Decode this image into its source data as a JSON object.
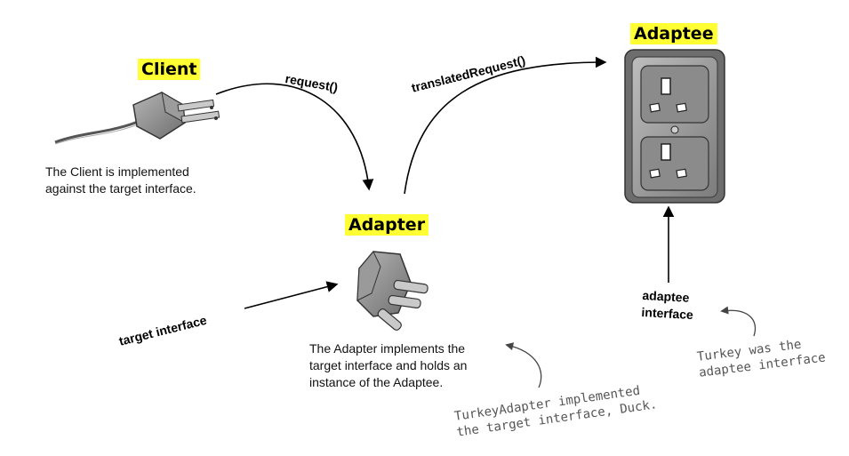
{
  "nodes": {
    "client": {
      "title": "Client",
      "description_line1": "The Client is implemented",
      "description_line2": "against the target interface."
    },
    "adapter": {
      "title": "Adapter",
      "description_line1": "The Adapter implements the",
      "description_line2": "target interface and holds an",
      "description_line3": "instance of the Adaptee."
    },
    "adaptee": {
      "title": "Adaptee"
    }
  },
  "edges": {
    "request": "request()",
    "translated_request": "translatedRequest()"
  },
  "labels": {
    "target_interface": "target interface",
    "adaptee_interface_line1": "adaptee",
    "adaptee_interface_line2": "interface"
  },
  "notes": {
    "turkey_adapter_line1": "TurkeyAdapter implemented",
    "turkey_adapter_line2": "the target interface, Duck.",
    "turkey_line1": "Turkey was the",
    "turkey_line2": "adaptee interface"
  },
  "colors": {
    "highlight": "#ffff33",
    "note_text": "#555555",
    "plug": "#8a8a8a",
    "outlet": "#9a9a9a"
  }
}
